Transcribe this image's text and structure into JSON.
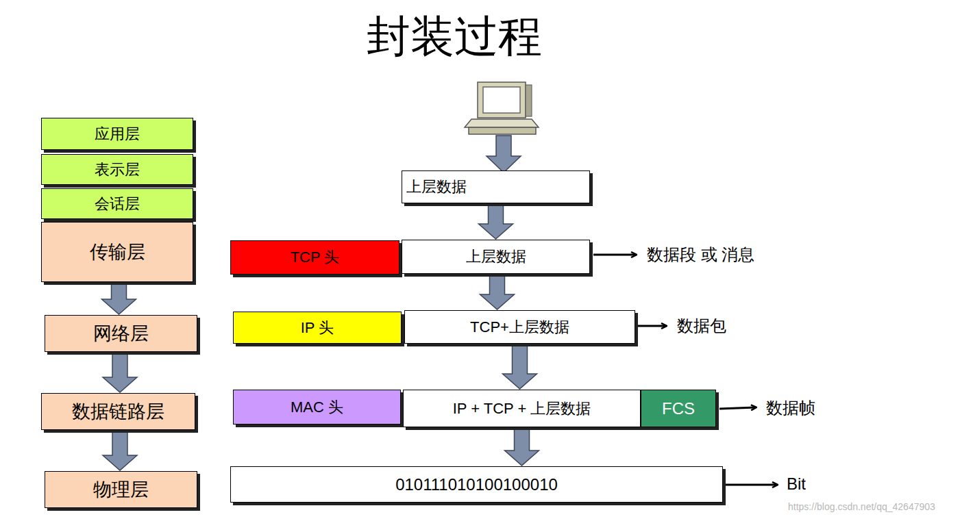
{
  "diagram": {
    "title": "封装过程",
    "nodes": [
      {
        "text": [
          "应用层"
        ]
      },
      {
        "text": [
          "表示层"
        ]
      },
      {
        "text": [
          "会话层"
        ]
      },
      {
        "text": [
          "传输层"
        ]
      },
      {
        "text": [
          "网络层"
        ]
      },
      {
        "text": [
          "数据链路层"
        ]
      },
      {
        "text": [
          "物理层"
        ]
      },
      {
        "text": [
          "上层数据"
        ]
      },
      {
        "text": [
          "TCP 头"
        ]
      },
      {
        "text": [
          "上层数据"
        ]
      },
      {
        "text": [
          "IP 头"
        ]
      },
      {
        "text": [
          "TCP+上层数据"
        ]
      },
      {
        "text": [
          "MAC 头"
        ]
      },
      {
        "text": [
          "IP + TCP + 上层数据"
        ]
      },
      {
        "text": [
          "FCS"
        ]
      },
      {
        "text": [
          "010111010100100010"
        ]
      }
    ],
    "edges": [
      {
        "from": 3,
        "to": 4,
        "arrow": "to"
      },
      {
        "from": 4,
        "to": 5,
        "arrow": "to"
      },
      {
        "from": 5,
        "to": 6,
        "arrow": "to"
      },
      {
        "from": 7,
        "to": 9,
        "arrow": "to"
      },
      {
        "from": 9,
        "to": 11,
        "arrow": "to"
      },
      {
        "from": 11,
        "to": 13,
        "arrow": "to"
      },
      {
        "from": 13,
        "to": 15,
        "arrow": "to"
      }
    ],
    "labels": [
      "数据段 或 消息",
      "数据包",
      "数据帧",
      "Bit",
      "https://blog.csdn.net/qq_42647903"
    ]
  }
}
